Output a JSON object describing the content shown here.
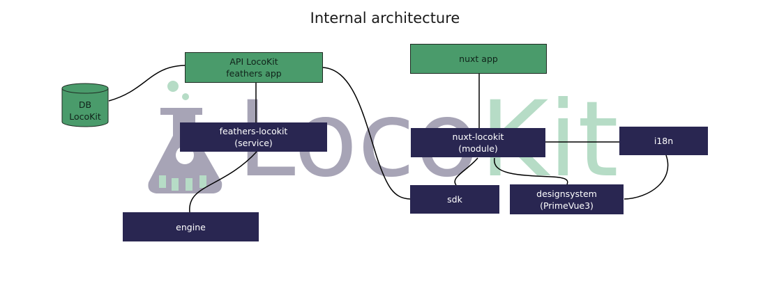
{
  "title": "Internal architecture",
  "watermark": {
    "part1": "Loco",
    "part2": "Kit"
  },
  "colors": {
    "green_box": "#4a9b6b",
    "dark_box": "#292651",
    "watermark_grey": "#a7a4b6",
    "watermark_green": "#b6dcc6",
    "line": "#000000"
  },
  "nodes": {
    "db": {
      "line1": "DB",
      "line2": "LocoKit"
    },
    "api": {
      "line1": "API LocoKit",
      "line2": "feathers app"
    },
    "feathers_locokit": {
      "line1": "feathers-locokit",
      "line2": "(service)"
    },
    "engine": {
      "line1": "engine"
    },
    "nuxt_app": {
      "line1": "nuxt app"
    },
    "nuxt_locokit": {
      "line1": "nuxt-locokit",
      "line2": "(module)"
    },
    "i18n": {
      "line1": "i18n"
    },
    "sdk": {
      "line1": "sdk"
    },
    "designsystem": {
      "line1": "designsystem",
      "line2": "(PrimeVue3)"
    }
  }
}
